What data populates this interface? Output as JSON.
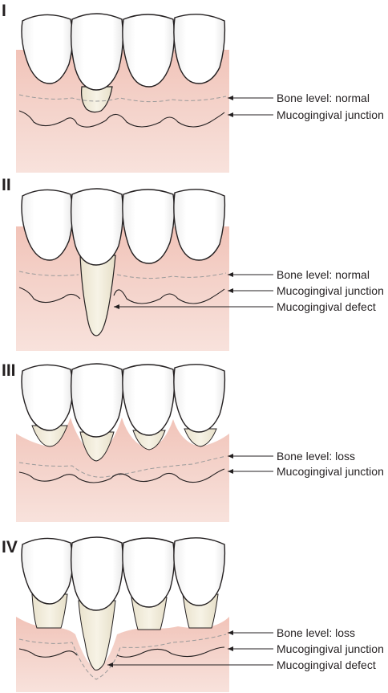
{
  "panels": [
    {
      "numeral": "I",
      "labels": [
        "Bone level: normal",
        "Mucogingival junction"
      ]
    },
    {
      "numeral": "II",
      "labels": [
        "Bone level: normal",
        "Mucogingival junction",
        "Mucogingival defect"
      ]
    },
    {
      "numeral": "III",
      "labels": [
        "Bone level: loss",
        "Mucogingival junction"
      ]
    },
    {
      "numeral": "IV",
      "labels": [
        "Bone level: loss",
        "Mucogingival junction",
        "Mucogingival defect"
      ]
    }
  ],
  "colors": {
    "gingiva_light": "#f6ddd7",
    "gingiva_dark": "#eab6ab",
    "tooth_enamel": "#ffffff",
    "tooth_root": "#f1ecdc",
    "outline": "#231f20",
    "bone_line": "#9a9a9a"
  }
}
